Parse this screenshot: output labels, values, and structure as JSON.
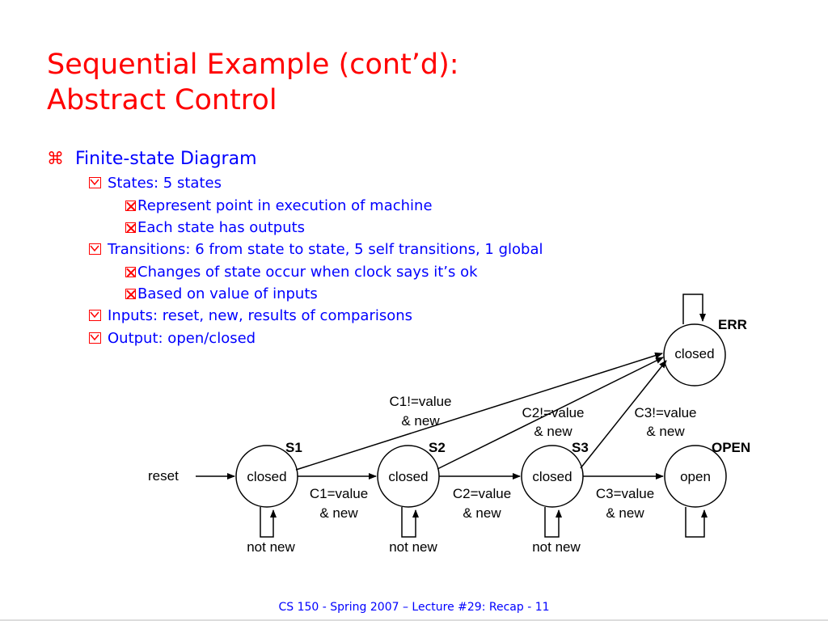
{
  "title": {
    "line1": "Sequential Example (cont’d):",
    "line2": "Abstract Control"
  },
  "bullets": [
    {
      "level": 1,
      "text": "Finite-state Diagram"
    },
    {
      "level": 2,
      "text": "States: 5 states"
    },
    {
      "level": 3,
      "text": "Represent point in execution of machine"
    },
    {
      "level": 3,
      "text": "Each state has outputs"
    },
    {
      "level": 2,
      "text": "Transitions: 6 from state to state, 5 self transitions, 1 global"
    },
    {
      "level": 3,
      "text": "Changes of state occur when clock says it’s ok"
    },
    {
      "level": 3,
      "text": "Based on value of inputs"
    },
    {
      "level": 2,
      "text": "Inputs: reset, new, results of comparisons"
    },
    {
      "level": 2,
      "text": "Output: open/closed"
    }
  ],
  "diagram": {
    "states": [
      {
        "name": "S1",
        "output": "closed"
      },
      {
        "name": "S2",
        "output": "closed"
      },
      {
        "name": "S3",
        "output": "closed"
      },
      {
        "name": "OPEN",
        "output": "open"
      },
      {
        "name": "ERR",
        "output": "closed"
      }
    ],
    "reset_label": "reset",
    "self_loop_label": "not new",
    "transitions": [
      {
        "from": "S1",
        "to": "S2",
        "line1": "C1=value",
        "line2": "& new"
      },
      {
        "from": "S2",
        "to": "S3",
        "line1": "C2=value",
        "line2": "& new"
      },
      {
        "from": "S3",
        "to": "OPEN",
        "line1": "C3=value",
        "line2": "& new"
      },
      {
        "from": "S1",
        "to": "ERR",
        "line1": "C1!=value",
        "line2": "& new"
      },
      {
        "from": "S2",
        "to": "ERR",
        "line1": "C2!=value",
        "line2": "& new"
      },
      {
        "from": "S3",
        "to": "ERR",
        "line1": "C3!=value",
        "line2": "& new"
      }
    ]
  },
  "footer": "CS 150 - Spring 2007 – Lecture #29: Recap - 11",
  "colors": {
    "title": "#ff0000",
    "body_text": "#0000ff",
    "bullet_glyph": "#ff0000",
    "diagram": "#000000"
  },
  "icons": {
    "level1": "command-key-icon",
    "level2": "checkbox-check-icon",
    "level3": "checkbox-x-icon"
  }
}
